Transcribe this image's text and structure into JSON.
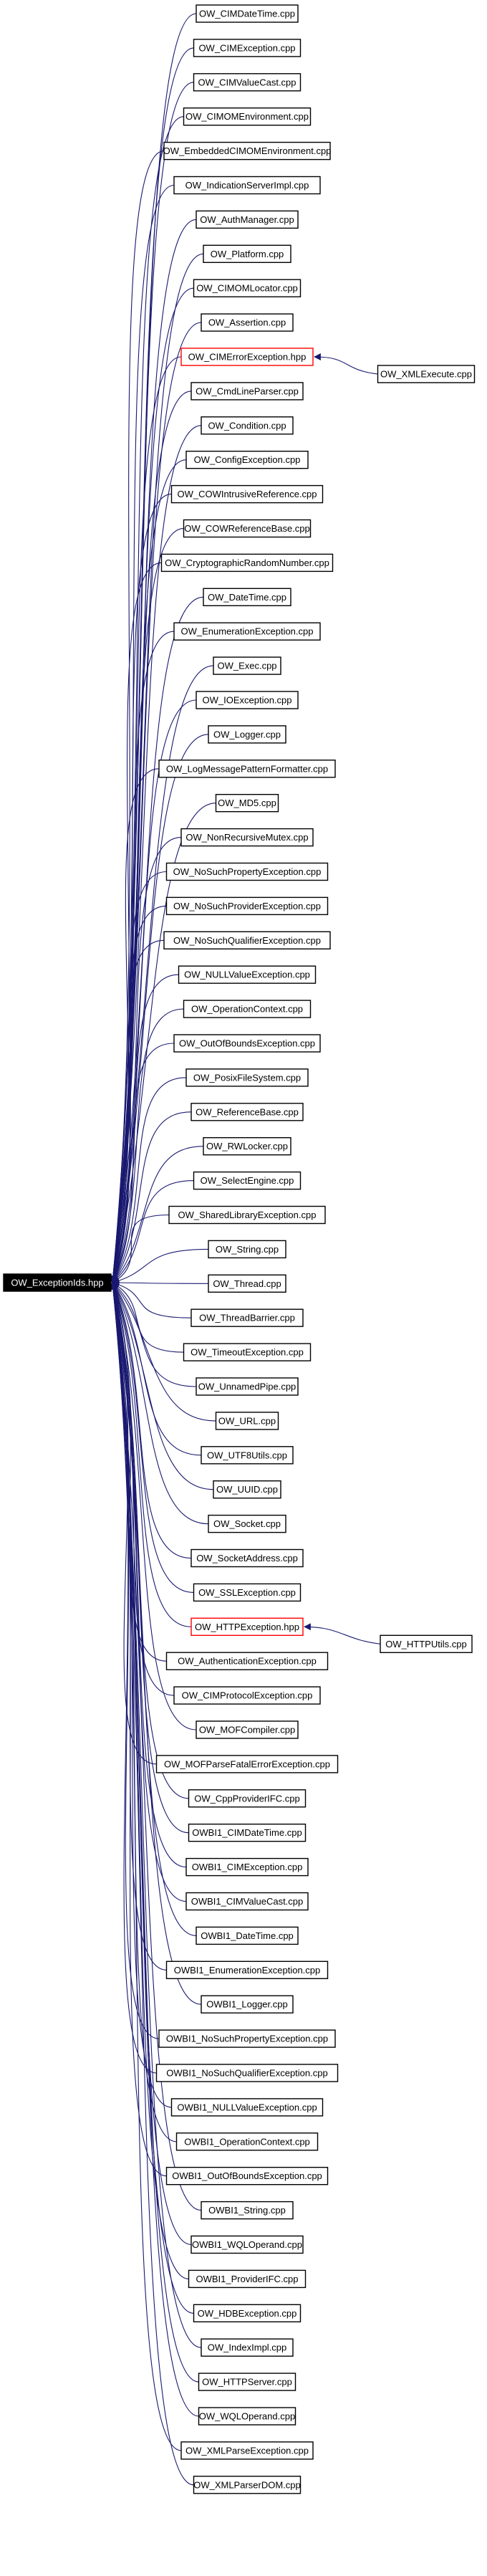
{
  "diagram": {
    "root": "OW_ExceptionIds.hpp",
    "nodes": [
      {
        "id": "n0",
        "label": "OW_CIMDateTime.cpp"
      },
      {
        "id": "n1",
        "label": "OW_CIMException.cpp"
      },
      {
        "id": "n2",
        "label": "OW_CIMValueCast.cpp"
      },
      {
        "id": "n3",
        "label": "OW_CIMOMEnvironment.cpp"
      },
      {
        "id": "n4",
        "label": "OW_EmbeddedCIMOMEnvironment.cpp"
      },
      {
        "id": "n5",
        "label": "OW_IndicationServerImpl.cpp"
      },
      {
        "id": "n6",
        "label": "OW_AuthManager.cpp"
      },
      {
        "id": "n7",
        "label": "OW_Platform.cpp"
      },
      {
        "id": "n8",
        "label": "OW_CIMOMLocator.cpp"
      },
      {
        "id": "n9",
        "label": "OW_Assertion.cpp"
      },
      {
        "id": "n10",
        "label": "OW_CIMErrorException.hpp",
        "style": "red"
      },
      {
        "id": "n11",
        "label": "OW_CmdLineParser.cpp"
      },
      {
        "id": "n12",
        "label": "OW_Condition.cpp"
      },
      {
        "id": "n13",
        "label": "OW_ConfigException.cpp"
      },
      {
        "id": "n14",
        "label": "OW_COWIntrusiveReference.cpp"
      },
      {
        "id": "n15",
        "label": "OW_COWReferenceBase.cpp"
      },
      {
        "id": "n16",
        "label": "OW_CryptographicRandomNumber.cpp"
      },
      {
        "id": "n17",
        "label": "OW_DateTime.cpp"
      },
      {
        "id": "n18",
        "label": "OW_EnumerationException.cpp"
      },
      {
        "id": "n19",
        "label": "OW_Exec.cpp"
      },
      {
        "id": "n20",
        "label": "OW_IOException.cpp"
      },
      {
        "id": "n21",
        "label": "OW_Logger.cpp"
      },
      {
        "id": "n22",
        "label": "OW_LogMessagePatternFormatter.cpp"
      },
      {
        "id": "n23",
        "label": "OW_MD5.cpp"
      },
      {
        "id": "n24",
        "label": "OW_NonRecursiveMutex.cpp"
      },
      {
        "id": "n25",
        "label": "OW_NoSuchPropertyException.cpp"
      },
      {
        "id": "n26",
        "label": "OW_NoSuchProviderException.cpp"
      },
      {
        "id": "n27",
        "label": "OW_NoSuchQualifierException.cpp"
      },
      {
        "id": "n28",
        "label": "OW_NULLValueException.cpp"
      },
      {
        "id": "n29",
        "label": "OW_OperationContext.cpp"
      },
      {
        "id": "n30",
        "label": "OW_OutOfBoundsException.cpp"
      },
      {
        "id": "n31",
        "label": "OW_PosixFileSystem.cpp"
      },
      {
        "id": "n32",
        "label": "OW_ReferenceBase.cpp"
      },
      {
        "id": "n33",
        "label": "OW_RWLocker.cpp"
      },
      {
        "id": "n34",
        "label": "OW_SelectEngine.cpp"
      },
      {
        "id": "n35",
        "label": "OW_SharedLibraryException.cpp"
      },
      {
        "id": "n36",
        "label": "OW_String.cpp"
      },
      {
        "id": "n37",
        "label": "OW_Thread.cpp"
      },
      {
        "id": "n38",
        "label": "OW_ThreadBarrier.cpp"
      },
      {
        "id": "n39",
        "label": "OW_TimeoutException.cpp"
      },
      {
        "id": "n40",
        "label": "OW_UnnamedPipe.cpp"
      },
      {
        "id": "n41",
        "label": "OW_URL.cpp"
      },
      {
        "id": "n42",
        "label": "OW_UTF8Utils.cpp"
      },
      {
        "id": "n43",
        "label": "OW_UUID.cpp"
      },
      {
        "id": "n44",
        "label": "OW_Socket.cpp"
      },
      {
        "id": "n45",
        "label": "OW_SocketAddress.cpp"
      },
      {
        "id": "n46",
        "label": "OW_SSLException.cpp"
      },
      {
        "id": "n47",
        "label": "OW_HTTPException.hpp",
        "style": "red"
      },
      {
        "id": "n48",
        "label": "OW_AuthenticationException.cpp"
      },
      {
        "id": "n49",
        "label": "OW_CIMProtocolException.cpp"
      },
      {
        "id": "n50",
        "label": "OW_MOFCompiler.cpp"
      },
      {
        "id": "n51",
        "label": "OW_MOFParseFatalErrorException.cpp"
      },
      {
        "id": "n52",
        "label": "OW_CppProviderIFC.cpp"
      },
      {
        "id": "n53",
        "label": "OWBI1_CIMDateTime.cpp"
      },
      {
        "id": "n54",
        "label": "OWBI1_CIMException.cpp"
      },
      {
        "id": "n55",
        "label": "OWBI1_CIMValueCast.cpp"
      },
      {
        "id": "n56",
        "label": "OWBI1_DateTime.cpp"
      },
      {
        "id": "n57",
        "label": "OWBI1_EnumerationException.cpp"
      },
      {
        "id": "n58",
        "label": "OWBI1_Logger.cpp"
      },
      {
        "id": "n59",
        "label": "OWBI1_NoSuchPropertyException.cpp"
      },
      {
        "id": "n60",
        "label": "OWBI1_NoSuchQualifierException.cpp"
      },
      {
        "id": "n61",
        "label": "OWBI1_NULLValueException.cpp"
      },
      {
        "id": "n62",
        "label": "OWBI1_OperationContext.cpp"
      },
      {
        "id": "n63",
        "label": "OWBI1_OutOfBoundsException.cpp"
      },
      {
        "id": "n64",
        "label": "OWBI1_String.cpp"
      },
      {
        "id": "n65",
        "label": "OWBI1_WQLOperand.cpp"
      },
      {
        "id": "n66",
        "label": "OWBI1_ProviderIFC.cpp"
      },
      {
        "id": "n67",
        "label": "OW_HDBException.cpp"
      },
      {
        "id": "n68",
        "label": "OW_IndexImpl.cpp"
      },
      {
        "id": "n69",
        "label": "OW_HTTPServer.cpp"
      },
      {
        "id": "n70",
        "label": "OW_WQLOperand.cpp"
      },
      {
        "id": "n71",
        "label": "OW_XMLParseException.cpp"
      },
      {
        "id": "n72",
        "label": "OW_XMLParserDOM.cpp"
      }
    ],
    "side_nodes": [
      {
        "id": "s0",
        "label": "OW_XMLExecute.cpp",
        "target": "n10"
      },
      {
        "id": "s1",
        "label": "OW_HTTPUtils.cpp",
        "target": "n47"
      }
    ]
  }
}
